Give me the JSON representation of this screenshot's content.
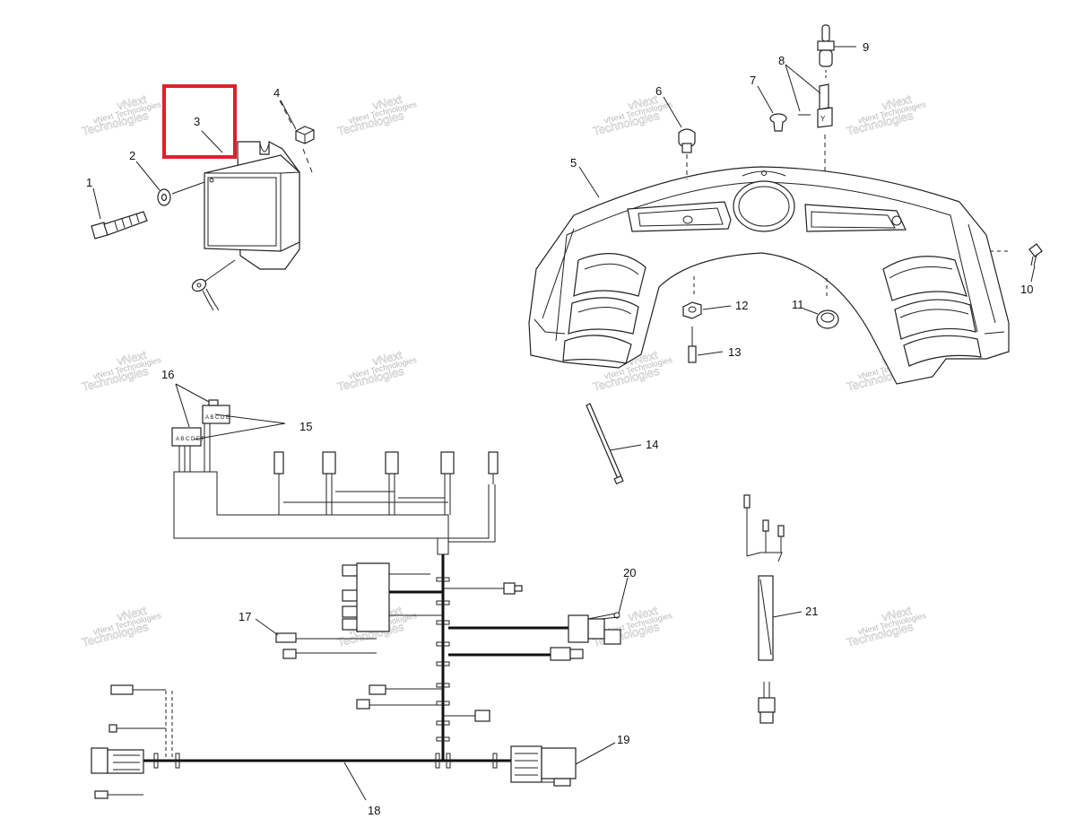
{
  "watermark": {
    "line1": "vNext",
    "line2": "Technologies",
    "line3": "vNext Technologies"
  },
  "highlight_color": "#e0202a",
  "callouts": {
    "c1": "1",
    "c2": "2",
    "c3": "3",
    "c4": "4",
    "c5": "5",
    "c6": "6",
    "c7": "7",
    "c8": "8",
    "c9": "9",
    "c10": "10",
    "c11": "11",
    "c12": "12",
    "c13": "13",
    "c14": "14",
    "c15": "15",
    "c16": "16",
    "c17": "17",
    "c18": "18",
    "c19": "19",
    "c20": "20",
    "c21": "21"
  }
}
